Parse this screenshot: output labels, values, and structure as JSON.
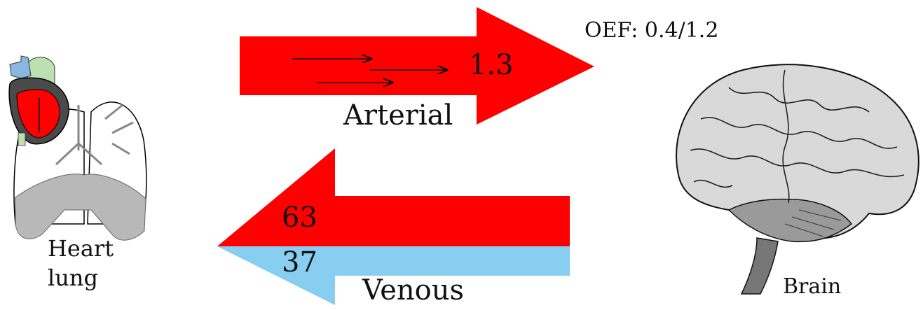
{
  "labels": {
    "oef": "OEF: 0.4/1.2",
    "arterial_value": "1.3",
    "arterial": "Arterial",
    "venous_red_value": "63",
    "venous_blue_value": "37",
    "venous": "Venous",
    "heart_lung_line1": "Heart",
    "heart_lung_line2": "lung",
    "brain": "Brain"
  },
  "colors": {
    "arterial": "#ff0000",
    "venous_red": "#ff0000",
    "venous_blue": "#87cef0",
    "ink": "#111111"
  },
  "icons": {
    "heart_lung": "heart-lung-illustration",
    "brain": "brain-illustration"
  }
}
